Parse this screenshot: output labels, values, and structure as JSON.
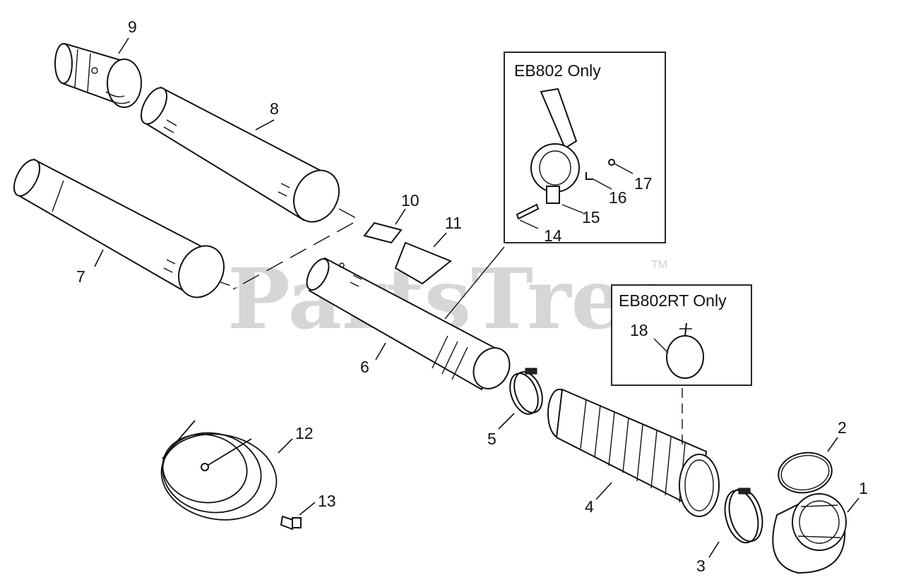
{
  "watermark": {
    "text": "PartsTree",
    "tm": "TM"
  },
  "boxes": {
    "eb802": {
      "title": "EB802 Only"
    },
    "eb802rt": {
      "title": "EB802RT Only"
    }
  },
  "callouts": {
    "p1": "1",
    "p2": "2",
    "p3": "3",
    "p4": "4",
    "p5": "5",
    "p6": "6",
    "p7": "7",
    "p8": "8",
    "p9": "9",
    "p10": "10",
    "p11": "11",
    "p12": "12",
    "p13": "13",
    "p14": "14",
    "p15": "15",
    "p16": "16",
    "p17": "17",
    "p18": "18"
  }
}
